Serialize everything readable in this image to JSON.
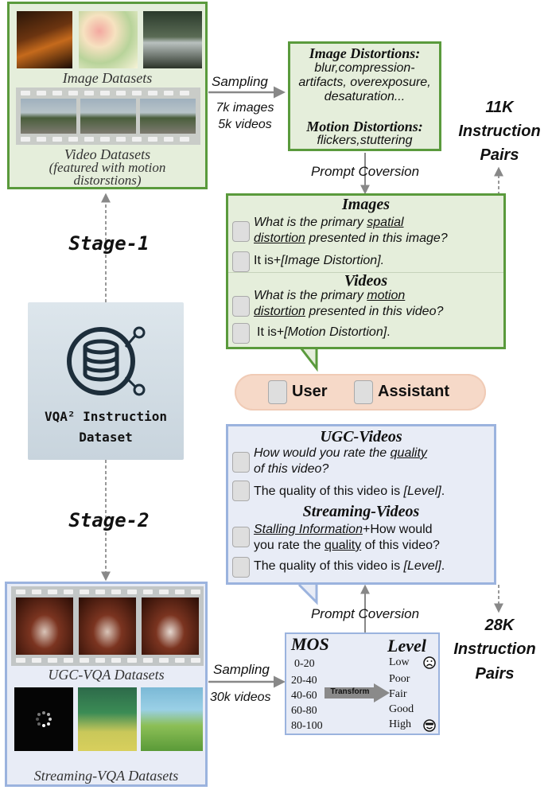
{
  "image_datasets_label": "Image Datasets",
  "video_datasets_label": "Video Datasets",
  "video_datasets_note": "(featured with motion distorstions)",
  "sampling_top": "Sampling",
  "sampling_top_counts": [
    "7k images",
    "5k videos"
  ],
  "distortion_box": {
    "image_title": "Image Distortions:",
    "image_list": "blur,compression-artifacts, overexposure, desaturation...",
    "motion_title": "Motion Distortions:",
    "motion_list": "flickers,stuttering"
  },
  "prompt_conversion_top": "Prompt Coversion",
  "pairs_top": [
    "11K",
    "Instruction",
    "Pairs"
  ],
  "stage1": "Stage-1",
  "stage2": "Stage-2",
  "center_title": [
    "VQA² Instruction",
    "Dataset"
  ],
  "green_qa": {
    "images_title": "Images",
    "images_q_pre": "What is the primary ",
    "images_q_u1": "spatial",
    "images_q_u2": "distortion",
    "images_q_post": " presented in this image?",
    "images_a_pre": "It is+",
    "images_a_it": "[Image Distortion].",
    "videos_title": "Videos",
    "videos_q_pre": "What is the primary  ",
    "videos_q_u1": "motion",
    "videos_q_u2": "distortion",
    "videos_q_post": " presented in this video?",
    "videos_a_pre": "It is+",
    "videos_a_it": "[Motion Distortion]",
    "videos_a_end": "."
  },
  "legend": {
    "user": "User",
    "assistant": "Assistant"
  },
  "blue_qa": {
    "ugc_title": "UGC-Videos",
    "ugc_q_pre": "How would you rate the ",
    "ugc_q_u": "quality",
    "ugc_q_post": "of this video?",
    "ugc_a_pre": "The quality of this video is ",
    "ugc_a_it": "[Level]",
    "ugc_a_end": ".",
    "stream_title": "Streaming-Videos",
    "stream_q_u1": "Stalling Information",
    "stream_q_mid": "+How would",
    "stream_q_pre2": "you rate the ",
    "stream_q_u2": "quality",
    "stream_q_post": " of this video?",
    "stream_a_pre": "The quality of this video is ",
    "stream_a_it": "[Level]",
    "stream_a_end": "."
  },
  "prompt_conversion_bottom": "Prompt Coversion",
  "pairs_bottom": [
    "28K",
    "Instruction",
    "Pairs"
  ],
  "ugc_vqa_label": "UGC-VQA Datasets",
  "streaming_vqa_label": "Streaming-VQA Datasets",
  "sampling_bottom": "Sampling",
  "sampling_bottom_count": "30k videos",
  "mos_box": {
    "mos_title": "MOS",
    "level_title": "Level",
    "ranges": [
      "0-20",
      "20-40",
      "40-60",
      "60-80",
      "80-100"
    ],
    "levels": [
      "Low",
      "Poor",
      "Fair",
      "Good",
      "High"
    ],
    "transform": "Transform"
  },
  "colors": {
    "green_border": "#5a9a3c",
    "green_fill": "#e5eedb",
    "blue_border": "#9bb3de",
    "blue_fill": "#e8ecf6",
    "legend_fill": "#f6d9c8"
  }
}
